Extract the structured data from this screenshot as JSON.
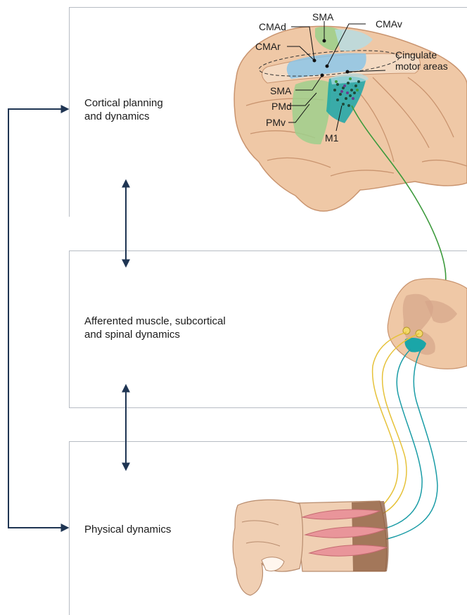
{
  "panels": [
    {
      "label": "Cortical planning\nand dynamics"
    },
    {
      "label": "Afferented muscle, subcortical\nand spinal dynamics"
    },
    {
      "label": "Physical dynamics"
    }
  ],
  "brain_labels": {
    "sma_top": "SMA",
    "cmad": "CMAd",
    "cmav": "CMAv",
    "cmar": "CMAr",
    "cingulate": "Cingulate\nmotor areas",
    "sma_lower": "SMA",
    "pmd": "PMd",
    "pmv": "PMv",
    "m1": "M1"
  },
  "colors": {
    "panel_border": "#b7bcc4",
    "arrow": "#1f3553",
    "brain": "#efc8a6",
    "brain_outline": "#c9946f",
    "premotor_green": "#9fcf8c",
    "m1_teal": "#1aa6a8",
    "cingulate_blue": "#8cc4e6",
    "corticospinal_fiber": "#3c9a3c",
    "sensory_fiber": "#e6c23a",
    "motor_fiber": "#1a9ca6",
    "muscle": "#e9959a"
  }
}
